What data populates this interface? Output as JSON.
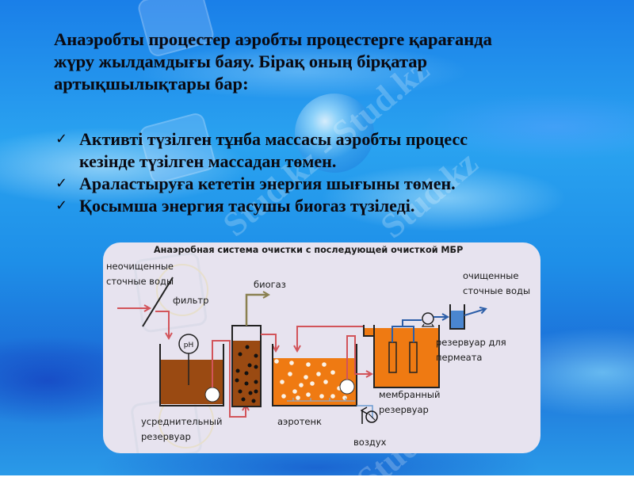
{
  "slide": {
    "heading": "Анаэробты процестер аэробты процестерге қарағанда жүру жылдамдығы баяу. Бірақ оның бірқатар артықшылықтары бар:",
    "heading_lines": [
      "Анаэробты процестер аэробты процестерге қарағанда",
      "жүру жылдамдығы баяу. Бірақ оның бірқатар",
      "артықшылықтары бар:"
    ],
    "bullet_icon": "checkmark-icon",
    "bullet_glyph": "✓",
    "bullets": [
      {
        "lines": [
          "Активті түзілген тұнба массасы аэробты процесс",
          "кезінде түзілген массадан төмен."
        ]
      },
      {
        "lines": [
          "Араластыруға кететін энергия шығыны төмен."
        ]
      },
      {
        "lines": [
          "Қосымша энергия тасушы биогаз түзіледі."
        ]
      }
    ]
  },
  "diagram": {
    "title": "Анаэробная система очистки с последующей очисткой МБР",
    "labels": {
      "inlet": [
        "неочищенные",
        "сточные воды"
      ],
      "filter": "фильтр",
      "biogas": "биогаз",
      "outlet": [
        "очищенные",
        "сточные воды"
      ],
      "equalization_tank": [
        "усреднительный",
        "резервуар"
      ],
      "aerotank": "аэротенк",
      "membrane_tank": [
        "мембранный",
        "резервуар"
      ],
      "permeate_tank": [
        "резервуар для",
        "пермеата"
      ],
      "air": "воздух",
      "ph_sensor": "pH"
    },
    "colors": {
      "panel_bg": "#e7e3ef",
      "sludge_brown": "#9a4a12",
      "aeration_orange": "#ef7a12",
      "permeate_blue": "#4a86d0",
      "flow_red": "#d2545a",
      "biogas_olive": "#8a8050",
      "clean_blue": "#2c5ea8",
      "air_line": "#6a9ad0"
    }
  },
  "watermark": {
    "text": "Stud.kz",
    "text_alt": "Stud.kz - Stud.kz"
  }
}
